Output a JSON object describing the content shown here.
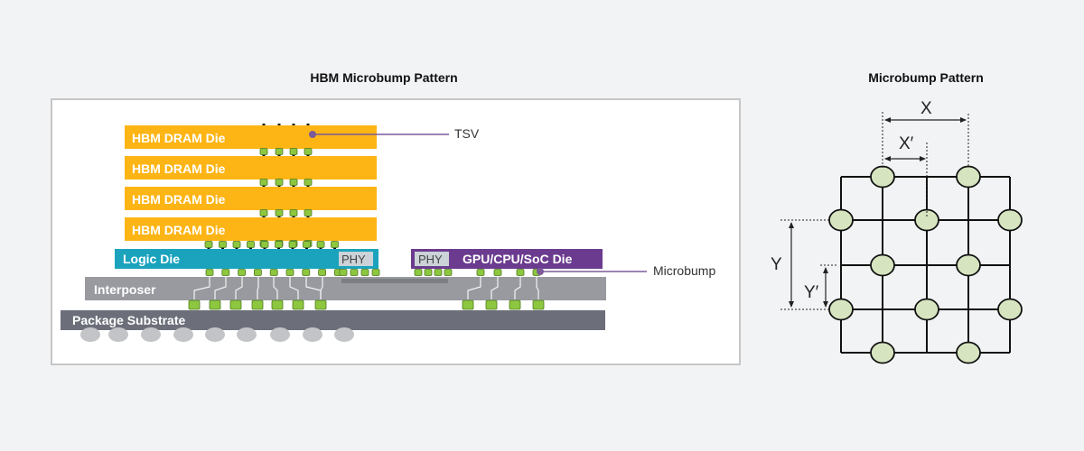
{
  "left_panel": {
    "title": "HBM Microbump Pattern",
    "dram_die_label": "HBM DRAM Die",
    "logic_die_label": "Logic Die",
    "phy_label": "PHY",
    "gpu_die_label": "GPU/CPU/SoC Die",
    "interposer_label": "Interposer",
    "substrate_label": "Package Substrate",
    "callout_tsv": "TSV",
    "callout_microbump": "Microbump"
  },
  "right_panel": {
    "title": "Microbump Pattern",
    "x_label": "X",
    "x_prime_label": "X′",
    "y_label": "Y",
    "y_prime_label": "Y′"
  },
  "colors": {
    "dram": "#fdb515",
    "logic": "#1ba3bd",
    "gpu": "#6b3b8f",
    "interposer": "#999aa0",
    "substrate": "#6c6f79",
    "bump": "#8dc63f",
    "bump_grid": "#d6e5c0",
    "callout_line": "#7b5a9a",
    "phy_box": "#cbd3d8"
  }
}
